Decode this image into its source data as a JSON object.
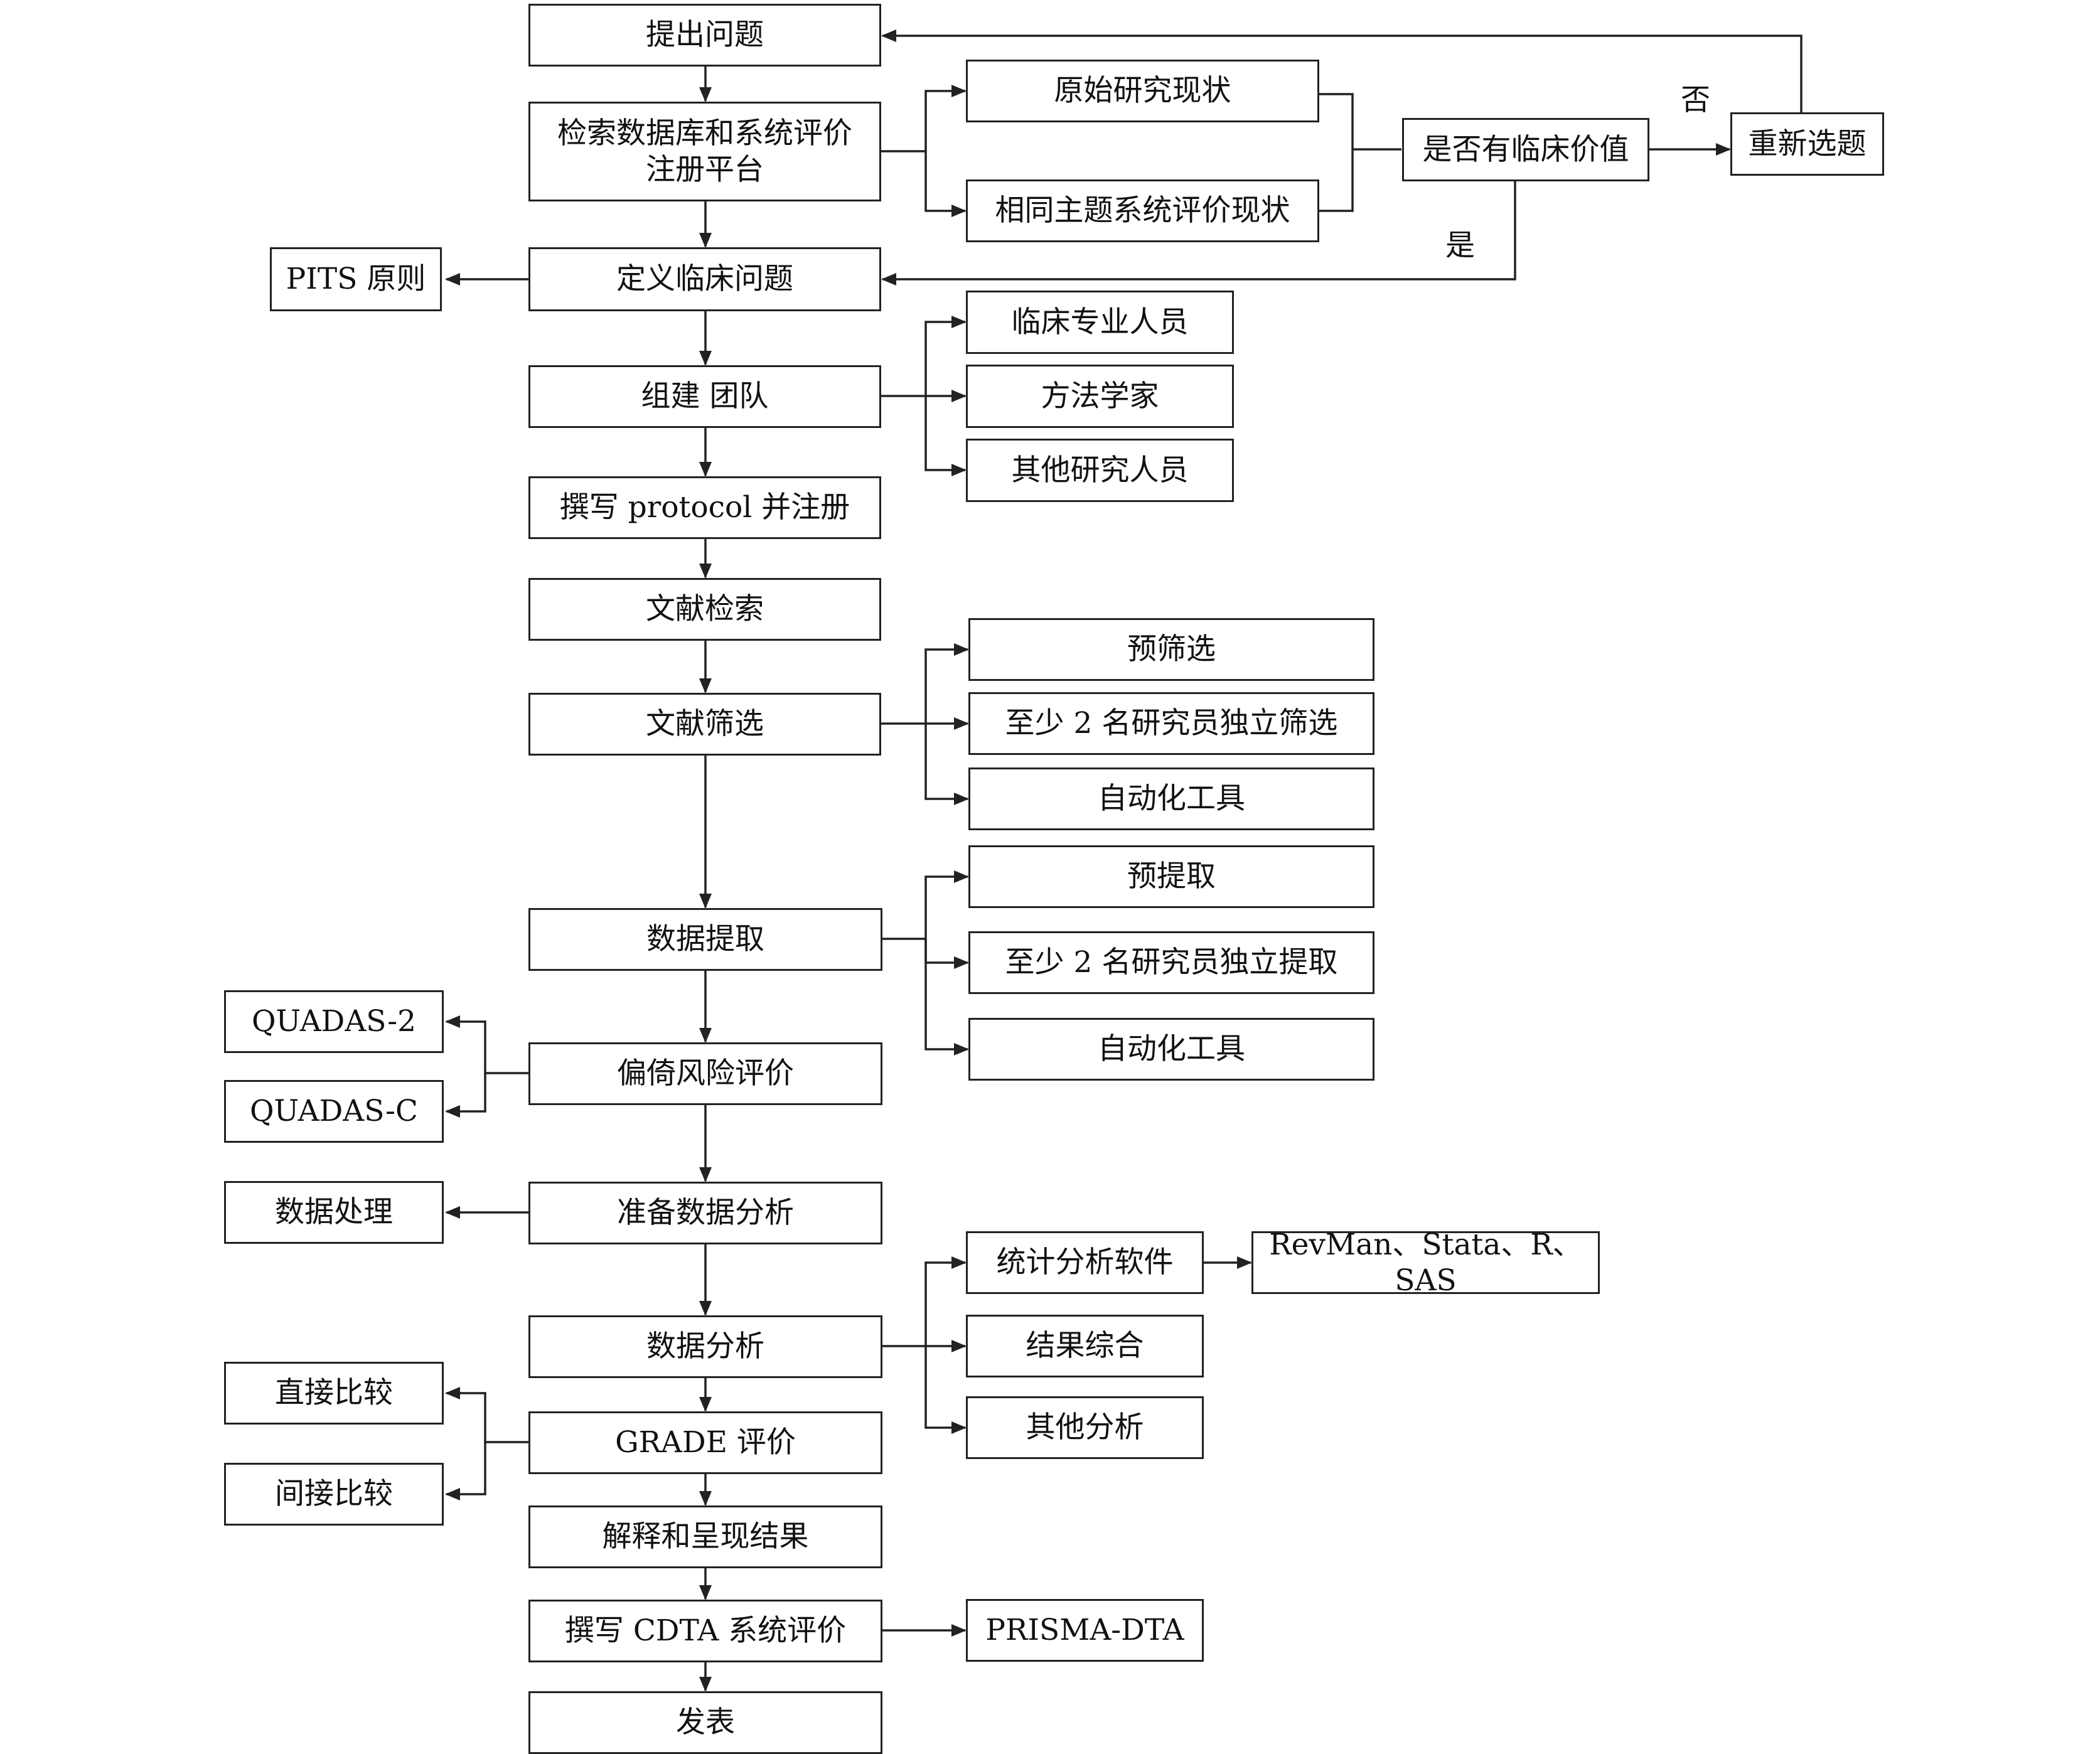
{
  "nodes": {
    "ask_question": "提出问题",
    "search_db": "检索数据库和系统评价注册平台",
    "orig_status": "原始研究现状",
    "same_topic": "相同主题系统评价现状",
    "clinical_value": "是否有临床价值",
    "reselect": "重新选题",
    "pits": "PITS 原则",
    "define_question": "定义临床问题",
    "clinical_staff": "临床专业人员",
    "methodologist": "方法学家",
    "other_researchers": "其他研究人员",
    "build_team": "组建 团队",
    "protocol": "撰写 protocol 并注册",
    "lit_search": "文献检索",
    "lit_screen": "文献筛选",
    "pre_screen": "预筛选",
    "two_screen": "至少 2 名研究员独立筛选",
    "auto_tool_1": "自动化工具",
    "data_extract": "数据提取",
    "pre_extract": "预提取",
    "two_extract": "至少 2 名研究员独立提取",
    "auto_tool_2": "自动化工具",
    "quadas2": "QUADAS-2",
    "quadasc": "QUADAS-C",
    "bias_eval": "偏倚风险评价",
    "data_proc": "数据处理",
    "prep_analysis": "准备数据分析",
    "stat_software": "统计分析软件",
    "software_list": "RevMan、Stata、R、SAS",
    "data_analysis": "数据分析",
    "result_synth": "结果综合",
    "other_analysis": "其他分析",
    "direct_comp": "直接比较",
    "indirect_comp": "间接比较",
    "grade": "GRADE 评价",
    "interpret": "解释和呈现结果",
    "write_cdta": "撰写 CDTA 系统评价",
    "prisma": "PRISMA-DTA",
    "publish": "发表"
  },
  "labels": {
    "no": "否",
    "yes": "是"
  }
}
